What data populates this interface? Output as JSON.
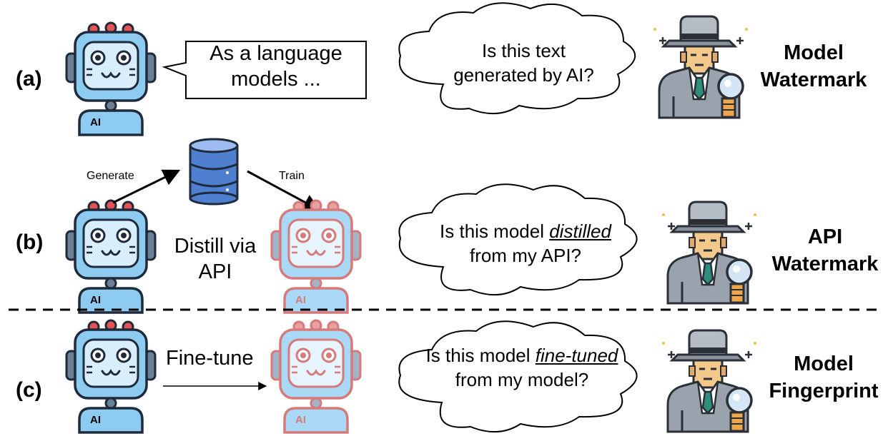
{
  "rows": [
    {
      "label": "(a)",
      "speech": [
        "As a language",
        "models ..."
      ],
      "cloud": {
        "pre": "Is this text",
        "em": "",
        "line2": "generated by AI?"
      },
      "title": [
        "Model",
        "Watermark"
      ]
    },
    {
      "label": "(b)",
      "generate_label": "Generate",
      "train_label": "Train",
      "middle": [
        "Distill via",
        "API"
      ],
      "cloud": {
        "pre": "Is this model ",
        "em": "distilled",
        "line2": "from my API?"
      },
      "title": [
        "API",
        "Watermark"
      ]
    },
    {
      "label": "(c)",
      "middle": "Fine-tune",
      "cloud": {
        "pre": "Is this model ",
        "em": "fine-tuned",
        "line2": "from my model?"
      },
      "title": [
        "Model",
        "Fingerprint"
      ]
    }
  ],
  "robot_badge": "AI",
  "colors": {
    "robot_blue": "#8ecbf0",
    "robot_outline": "#1f2a3a",
    "robot_red_outline": "#d77a7a",
    "database_blue": "#4f7fcf",
    "detective_grey": "#9aa3ad",
    "detective_skin": "#f3c98b"
  }
}
